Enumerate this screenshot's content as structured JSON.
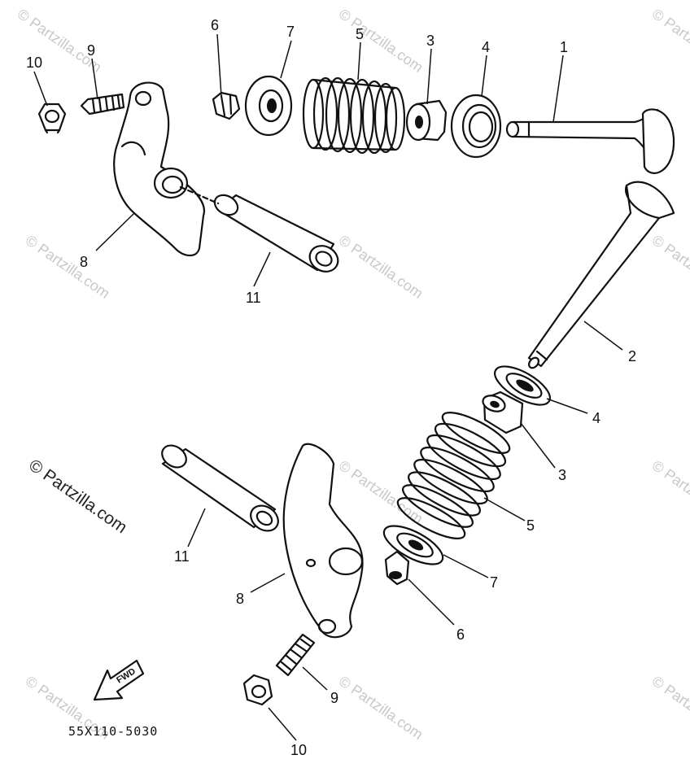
{
  "diagram": {
    "watermark_main": "© Partzilla.com",
    "watermark_repeat": "© Partzilla.com",
    "fwd_label": "FWD",
    "drawing_code": "55X110-5030",
    "callouts": {
      "top_10": "10",
      "top_9": "9",
      "top_6": "6",
      "top_7": "7",
      "top_5": "5",
      "top_3": "3",
      "top_4": "4",
      "top_1": "1",
      "top_8": "8",
      "top_11": "11",
      "bot_2": "2",
      "bot_4": "4",
      "bot_3": "3",
      "bot_5": "5",
      "bot_11": "11",
      "bot_8": "8",
      "bot_7": "7",
      "bot_6": "6",
      "bot_9": "9",
      "bot_10": "10"
    }
  }
}
